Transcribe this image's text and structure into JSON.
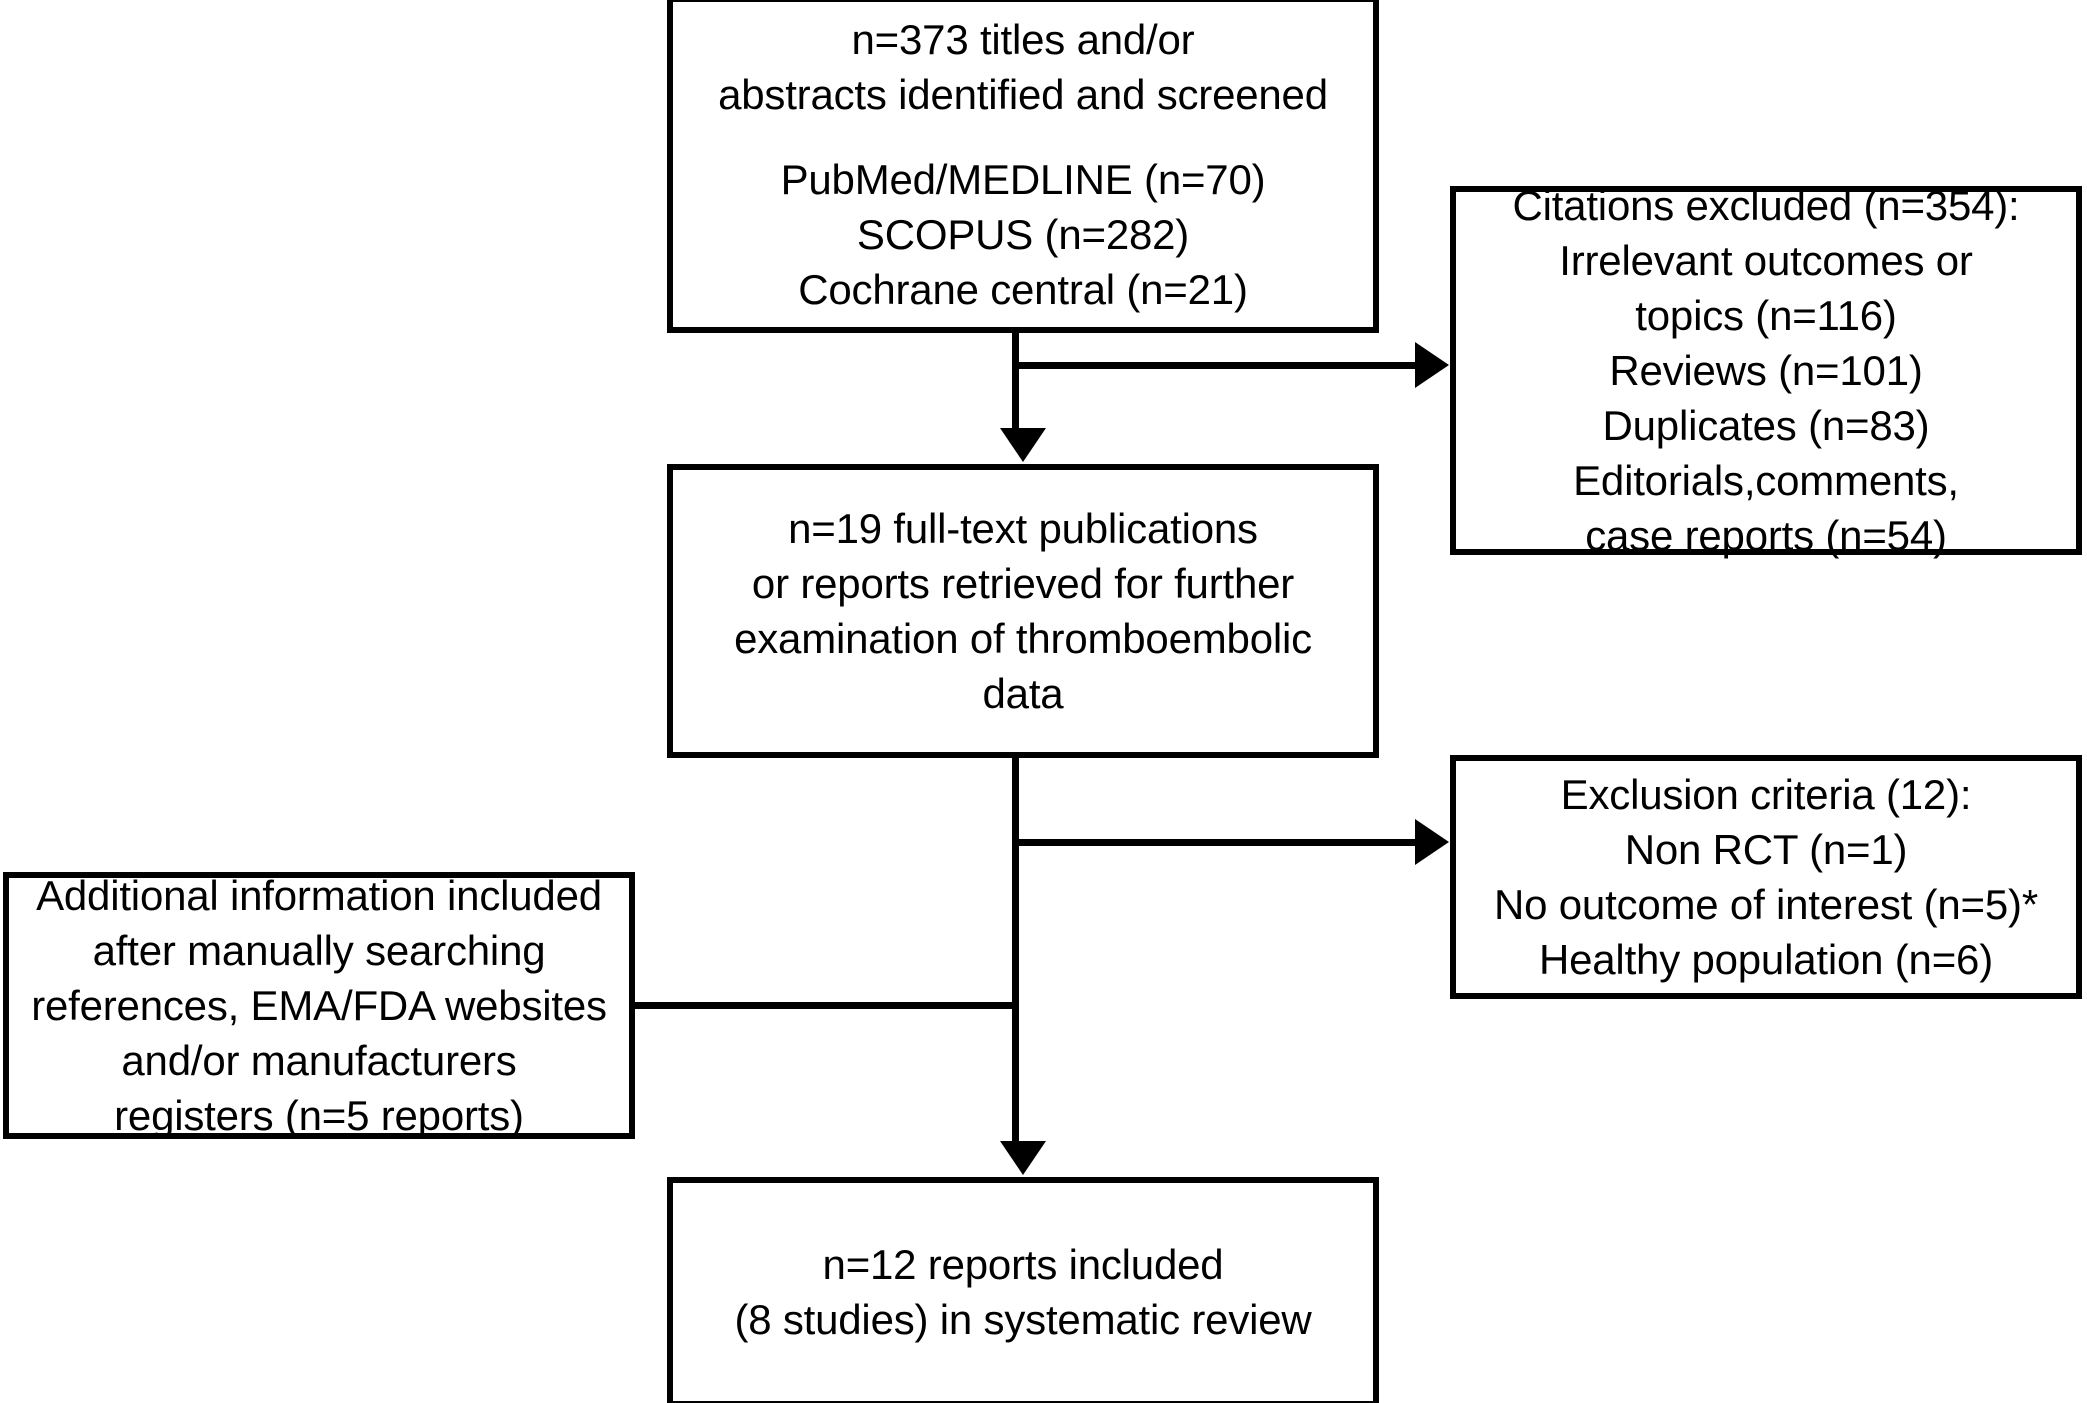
{
  "diagram": {
    "type": "prisma-flow-diagram",
    "title": "Study selection flow diagram",
    "colors": {
      "stroke": "#000000",
      "background": "#ffffff",
      "text": "#000000"
    },
    "boxes": {
      "identified": {
        "name": "records-identified-and-screened",
        "lines": [
          "n=373 titles and/or",
          "abstracts identified and screened"
        ],
        "sources": [
          "PubMed/MEDLINE (n=70)",
          "SCOPUS (n=282)",
          "Cochrane central (n=21)"
        ]
      },
      "excluded": {
        "name": "citations-excluded",
        "lines": [
          "Citations excluded (n=354):",
          "Irrelevant outcomes or",
          "topics (n=116)",
          "Reviews (n=101)",
          "Duplicates (n=83)",
          "Editorials,comments,",
          "case reports (n=54)"
        ]
      },
      "fulltext": {
        "name": "full-text-publications-retrieved",
        "lines": [
          "n=19 full-text publications",
          "or reports retrieved for further",
          "examination of thromboembolic",
          "data"
        ]
      },
      "criteria": {
        "name": "exclusion-criteria",
        "lines": [
          "Exclusion criteria (12):",
          "Non RCT (n=1)",
          "No outcome of interest (n=5)*",
          "Healthy population (n=6)"
        ]
      },
      "additional": {
        "name": "additional-information-included",
        "lines": [
          "Additional information included",
          "after manually searching",
          "references, EMA/FDA websites",
          "and/or manufacturers",
          "registers (n=5 reports)"
        ]
      },
      "included": {
        "name": "reports-included-in-systematic-review",
        "lines": [
          "n=12 reports included",
          "(8 studies) in systematic review"
        ]
      }
    }
  },
  "chart_data": {
    "type": "diagram",
    "title": "PRISMA study selection flow",
    "nodes": [
      {
        "id": "identified",
        "label": "n=373 titles and/or abstracts identified and screened",
        "count": 373
      },
      {
        "id": "excluded",
        "label": "Citations excluded",
        "count": 354
      },
      {
        "id": "fulltext",
        "label": "n=19 full-text publications or reports retrieved for further examination of thromboembolic data",
        "count": 19
      },
      {
        "id": "criteria",
        "label": "Exclusion criteria",
        "count": 12
      },
      {
        "id": "additional",
        "label": "Additional information included after manually searching references, EMA/FDA websites and/or manufacturers registers",
        "count": 5
      },
      {
        "id": "included",
        "label": "n=12 reports included (8 studies) in systematic review",
        "count": 12
      }
    ],
    "breakdowns": {
      "identified_sources": [
        {
          "source": "PubMed/MEDLINE",
          "n": 70
        },
        {
          "source": "SCOPUS",
          "n": 282
        },
        {
          "source": "Cochrane central",
          "n": 21
        }
      ],
      "excluded_reasons": [
        {
          "reason": "Irrelevant outcomes or topics",
          "n": 116
        },
        {
          "reason": "Reviews",
          "n": 101
        },
        {
          "reason": "Duplicates",
          "n": 83
        },
        {
          "reason": "Editorials,comments, case reports",
          "n": 54
        }
      ],
      "exclusion_criteria": [
        {
          "reason": "Non RCT",
          "n": 1
        },
        {
          "reason": "No outcome of interest",
          "n": 5,
          "note": "*"
        },
        {
          "reason": "Healthy population",
          "n": 6
        }
      ],
      "included_studies": 8
    },
    "edges": [
      {
        "from": "identified",
        "to": "excluded",
        "direction": "right"
      },
      {
        "from": "identified",
        "to": "fulltext",
        "direction": "down"
      },
      {
        "from": "fulltext",
        "to": "criteria",
        "direction": "right"
      },
      {
        "from": "fulltext",
        "to": "included",
        "direction": "down"
      },
      {
        "from": "additional",
        "to": "included",
        "direction": "right-merge"
      }
    ]
  }
}
